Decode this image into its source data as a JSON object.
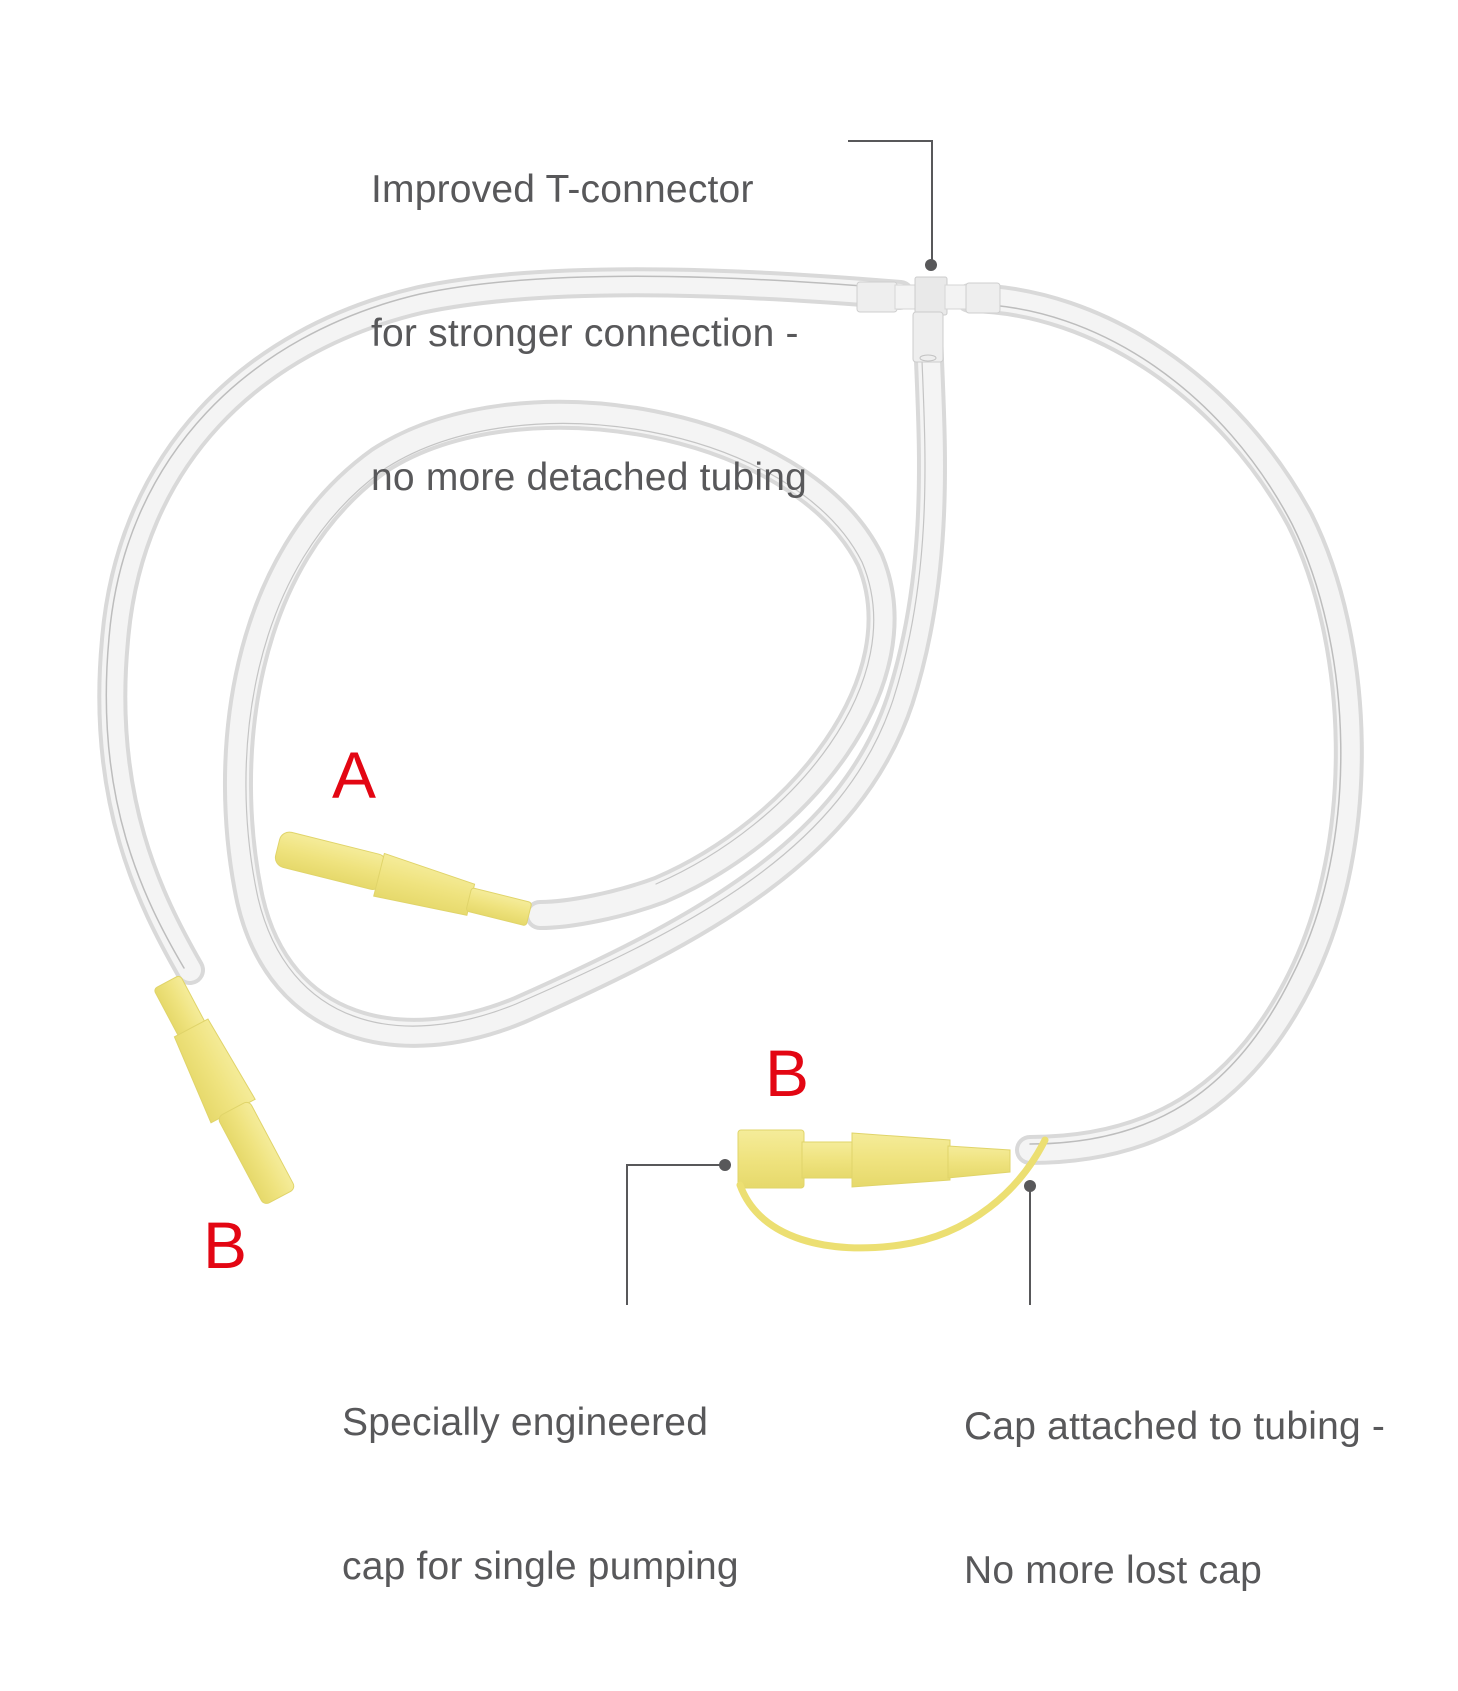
{
  "image": {
    "background": "#ffffff",
    "text_color": "#58585a",
    "label_color": "#e30613",
    "connector_color": "#f2e88a",
    "tube_color": "#e6e6e6",
    "leader_line_color": "#58585a"
  },
  "callouts": {
    "t_connector": {
      "lines": [
        "Improved T-connector",
        "for stronger connection -",
        "no more detached tubing"
      ]
    },
    "single_pumping_cap": {
      "lines": [
        "Specially engineered",
        "cap for single pumping"
      ]
    },
    "attached_cap": {
      "lines": [
        "Cap attached to tubing -",
        "No more lost cap"
      ]
    }
  },
  "labels": {
    "a": "A",
    "b_left": "B",
    "b_right": "B"
  },
  "parts": [
    {
      "name": "T-connector"
    },
    {
      "name": "Tubing end A connector"
    },
    {
      "name": "Tubing end B connector (left)"
    },
    {
      "name": "Tubing end B connector with attached cap (right)"
    }
  ]
}
